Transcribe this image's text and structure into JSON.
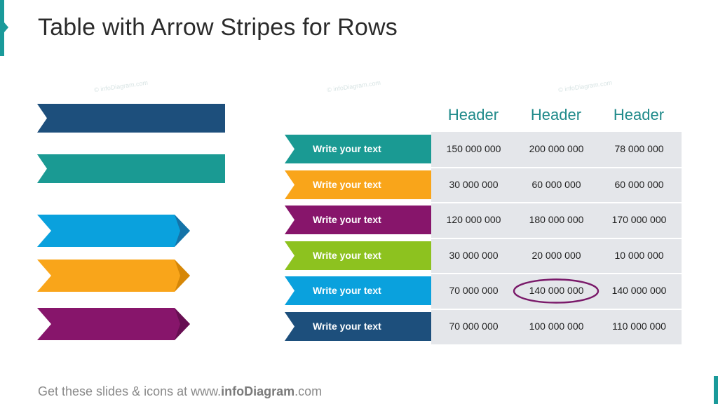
{
  "title": "Table with Arrow Stripes for Rows",
  "footer": {
    "prefix": "Get these slides & icons at www.",
    "brand": "infoDiagram",
    "suffix": ".com"
  },
  "colors": {
    "navy": "#1d4f7c",
    "teal": "#1a9a93",
    "orange": "#f9a51a",
    "purple": "#87156b",
    "green": "#8dc21f",
    "sky": "#0aa1dd",
    "header": "#1f8a8a",
    "highlight_circle": "#7a1a6a"
  },
  "table": {
    "headers": [
      "Header",
      "Header",
      "Header"
    ],
    "rows": [
      {
        "label": "Write your text",
        "color": "#1a9a93",
        "values": [
          "150 000 000",
          "200 000 000",
          "78 000 000"
        ]
      },
      {
        "label": "Write your text",
        "color": "#f9a51a",
        "values": [
          "30 000 000",
          "60 000 000",
          "60 000 000"
        ]
      },
      {
        "label": "Write your text",
        "color": "#87156b",
        "values": [
          "120 000 000",
          "180 000 000",
          "170 000 000"
        ]
      },
      {
        "label": "Write your text",
        "color": "#8dc21f",
        "values": [
          "30 000 000",
          "20 000 000",
          "10 000 000"
        ]
      },
      {
        "label": "Write your text",
        "color": "#0aa1dd",
        "values": [
          "70 000 000",
          "140 000 000",
          "140 000 000"
        ]
      },
      {
        "label": "Write your text",
        "color": "#1d4f7c",
        "values": [
          "70 000 000",
          "100 000 000",
          "110 000 000"
        ]
      }
    ],
    "highlighted_cell": "140 000 000"
  },
  "watermark": "© infoDiagram.com"
}
